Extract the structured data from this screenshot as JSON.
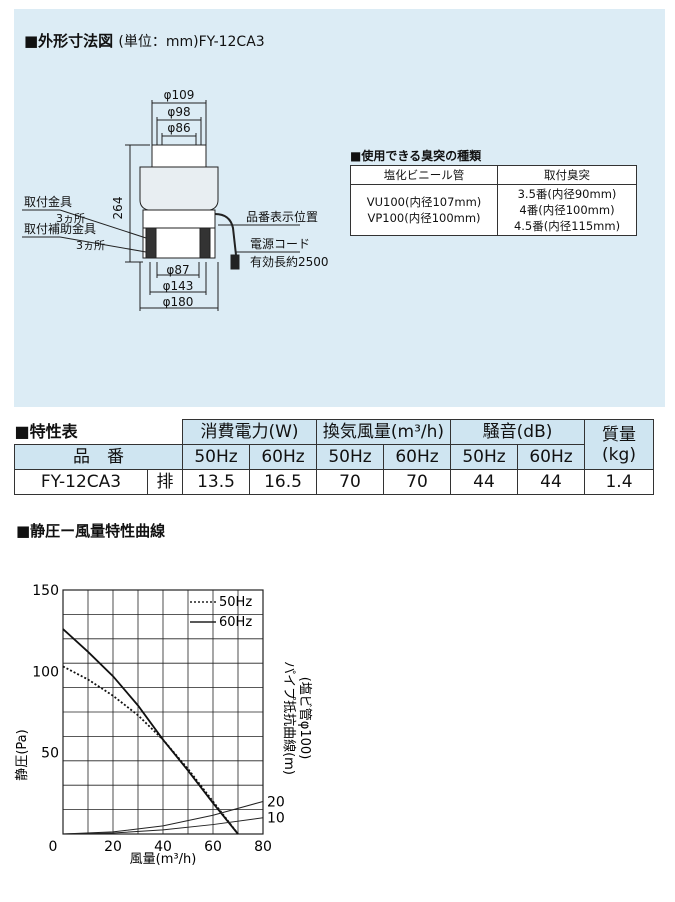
{
  "sections": {
    "outline_title": "■外形寸法図",
    "outline_unit": "(単位：mm)FY-12CA3",
    "spec_title": "■特性表",
    "curve_title": "■静圧ー風量特性曲線"
  },
  "drawing": {
    "dims_top": [
      "φ109",
      "φ98",
      "φ86"
    ],
    "dims_bottom": [
      "φ87",
      "φ143",
      "φ180"
    ],
    "height": "264",
    "labels": {
      "mount": "取付金具",
      "mount_count": "3ヵ所",
      "aux": "取付補助金具",
      "aux_count": "3ヵ所",
      "part_no_pos": "品番表示位置",
      "cord": "電源コード",
      "cord_len": "有効長約2500"
    }
  },
  "chimney": {
    "title": "■使用できる臭突の種類",
    "headers": [
      "塩化ビニール管",
      "取付臭突"
    ],
    "pvc": [
      "VU100(内径107mm)",
      "VP100(内径100mm)"
    ],
    "chim": [
      "3.5番(内径90mm)",
      "4番(内径100mm)",
      "4.5番(内径115mm)"
    ]
  },
  "spec": {
    "groups": [
      "消費電力(W)",
      "換気風量(m³/h)",
      "騒音(dB)"
    ],
    "mass": "質量",
    "mass_unit": "(kg)",
    "model_header": "品　番",
    "hz": [
      "50Hz",
      "60Hz",
      "50Hz",
      "60Hz",
      "50Hz",
      "60Hz"
    ],
    "model": "FY-12CA3",
    "type": "排",
    "values": [
      "13.5",
      "16.5",
      "70",
      "70",
      "44",
      "44",
      "1.4"
    ]
  },
  "chart_data": {
    "type": "line",
    "ylabel": "静圧(Pa)",
    "xlabel": "風量(m³/h)",
    "xlim": [
      0,
      80
    ],
    "ylim": [
      0,
      150
    ],
    "xticks": [
      "0",
      "20",
      "40",
      "60",
      "80"
    ],
    "yticks": [
      "150",
      "100",
      "50"
    ],
    "right_label": "パイプ抵抗曲線(m)",
    "right_label2": "(塩ビ管φ100)",
    "grid": true,
    "legend_position": "top-right",
    "series": [
      {
        "name": "50Hz",
        "style": "dotted",
        "x": [
          0,
          10,
          20,
          30,
          40,
          50,
          60,
          70
        ],
        "y": [
          103,
          95,
          85,
          73,
          58,
          40,
          20,
          0
        ]
      },
      {
        "name": "60Hz",
        "style": "solid",
        "x": [
          0,
          10,
          20,
          30,
          40,
          50,
          60,
          70
        ],
        "y": [
          126,
          112,
          97,
          79,
          58,
          39,
          19,
          0
        ]
      }
    ],
    "pipe_curves": [
      {
        "name": "20",
        "x": [
          0,
          20,
          40,
          60,
          80
        ],
        "y": [
          0,
          1.3,
          5,
          11.5,
          20
        ]
      },
      {
        "name": "10",
        "x": [
          0,
          20,
          40,
          60,
          80
        ],
        "y": [
          0,
          0.6,
          2.5,
          5.8,
          10
        ]
      }
    ]
  }
}
